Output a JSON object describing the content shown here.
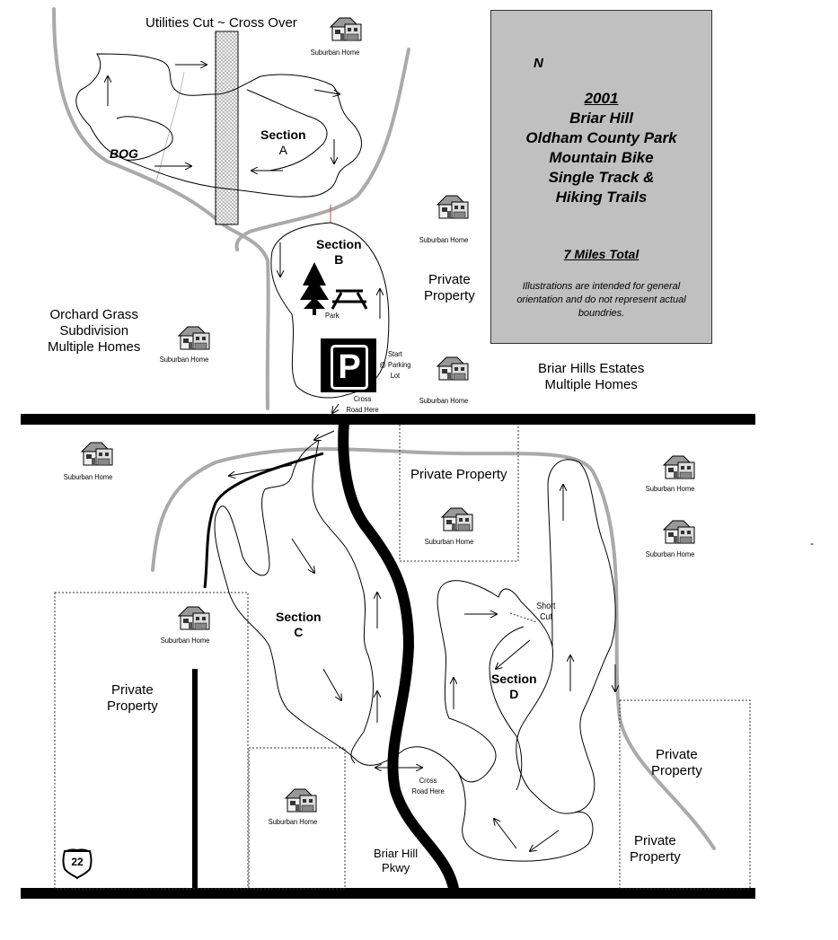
{
  "header": {
    "utilities": "Utilities Cut ~ Cross Over"
  },
  "info_box": {
    "year": "2001",
    "title_lines": [
      "Briar Hill",
      "Oldham County Park",
      "Mountain Bike",
      "Single Track &",
      "Hiking Trails"
    ],
    "total": "7 Miles Total",
    "disclaimer": "Illustrations are intended for general orientation and do not represent actual boundries."
  },
  "compass": {
    "north_label": "N",
    "icon": "compass-rose-icon"
  },
  "sections": {
    "a": {
      "title": "Section",
      "letter": "A"
    },
    "b": {
      "title": "Section",
      "letter": "B"
    },
    "c": {
      "title": "Section",
      "letter": "C"
    },
    "d": {
      "title": "Section",
      "letter": "D"
    }
  },
  "labels": {
    "bog": "BOG",
    "park": "Park",
    "start_lines": [
      "Start",
      "@ Parking",
      "Lot"
    ],
    "cross_road_upper": [
      "Cross",
      "Road Here"
    ],
    "cross_road_lower": [
      "Cross",
      "Road Here"
    ],
    "short_cut": [
      "Short",
      "Cut"
    ],
    "orchard_grass": [
      "Orchard Grass",
      "Subdivision",
      "Multiple Homes"
    ],
    "briar_hills_estates": [
      "Briar Hills Estates",
      "Multiple Homes"
    ],
    "private_property_upper": [
      "Private",
      "Property"
    ],
    "private_property_center": "Private Property",
    "private_property_left": [
      "Private",
      "Property"
    ],
    "private_property_right": [
      "Private",
      "Property"
    ],
    "private_property_bottom_right": [
      "Private",
      "Property"
    ],
    "parkway": [
      "Briar Hill",
      "Pkwy"
    ],
    "route_number": "22",
    "parking_symbol": "P"
  },
  "homes": {
    "label": "Suburban Home",
    "icon": "house-icon"
  },
  "colors": {
    "trail": "#000000",
    "creek": "#aaaaaa",
    "road": "#000000",
    "info_box": "#c0c0c0",
    "utility_cut": "#e8e8e8"
  }
}
